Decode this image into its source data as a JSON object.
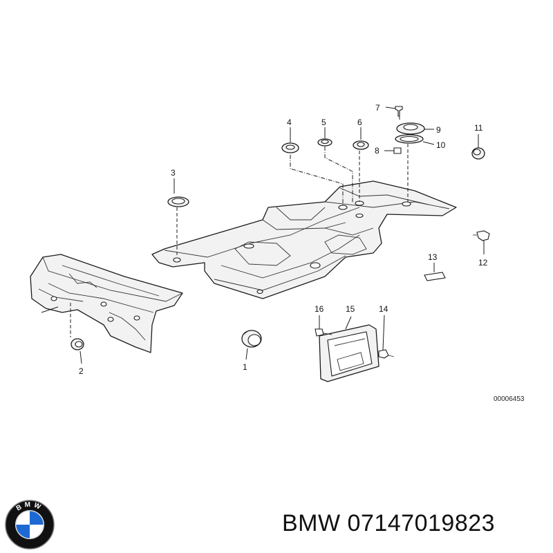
{
  "diagram": {
    "reference_code": "00006453",
    "callouts": [
      "1",
      "2",
      "3",
      "4",
      "5",
      "6",
      "7",
      "8",
      "9",
      "10",
      "11",
      "12",
      "13",
      "14",
      "15",
      "16"
    ]
  },
  "caption": {
    "brand": "BMW",
    "part_number": "07147019823"
  },
  "logo": {
    "text": "BMW",
    "colors": {
      "blue": "#1c69d4",
      "white": "#ffffff",
      "ring": "#111111"
    }
  }
}
